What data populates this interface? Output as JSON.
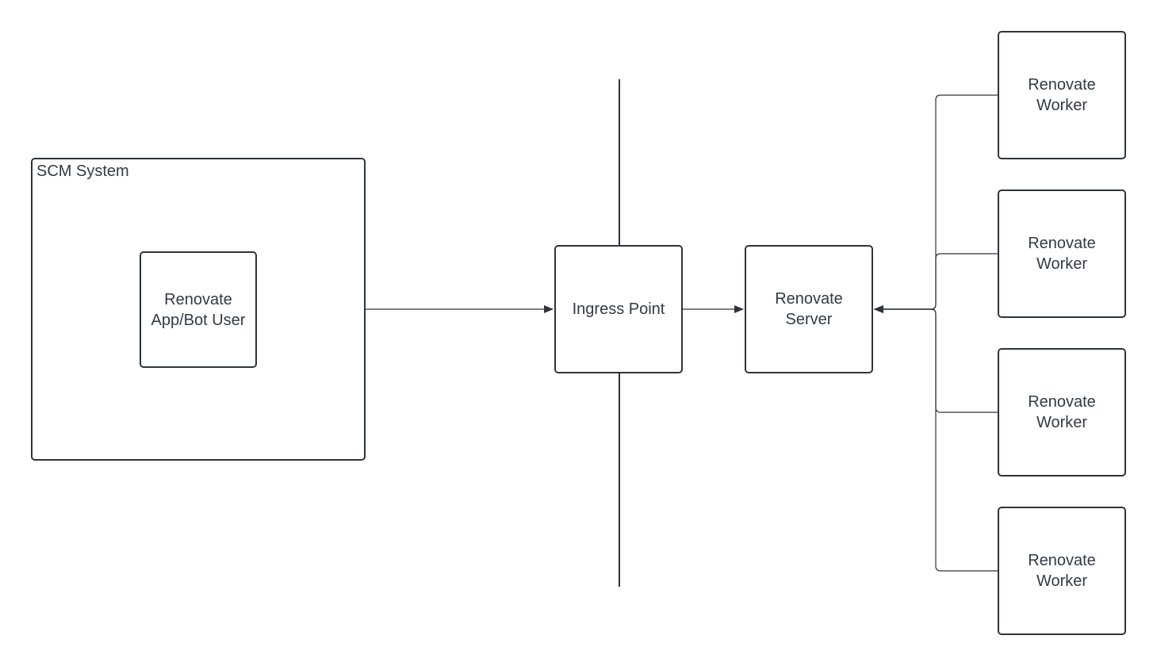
{
  "diagram": {
    "container": {
      "label": "SCM System"
    },
    "nodes": {
      "app_user": "Renovate\nApp/Bot User",
      "ingress": "Ingress Point",
      "server": "Renovate\nServer",
      "workers": [
        "Renovate\nWorker",
        "Renovate\nWorker",
        "Renovate\nWorker",
        "Renovate\nWorker"
      ]
    },
    "edges": [
      {
        "from": "SCM System",
        "to": "Ingress Point",
        "arrow": "to"
      },
      {
        "from": "Ingress Point",
        "to": "Renovate Server",
        "arrow": "to"
      },
      {
        "from": "Renovate Worker",
        "to": "Renovate Server",
        "arrow": "to"
      },
      {
        "from": "Renovate Worker",
        "to": "Renovate Server",
        "arrow": "to"
      },
      {
        "from": "Renovate Worker",
        "to": "Renovate Server",
        "arrow": "to"
      },
      {
        "from": "Renovate Worker",
        "to": "Renovate Server",
        "arrow": "to"
      }
    ],
    "colors": {
      "stroke": "#2f343d",
      "text": "#333a45",
      "background": "#ffffff"
    }
  }
}
